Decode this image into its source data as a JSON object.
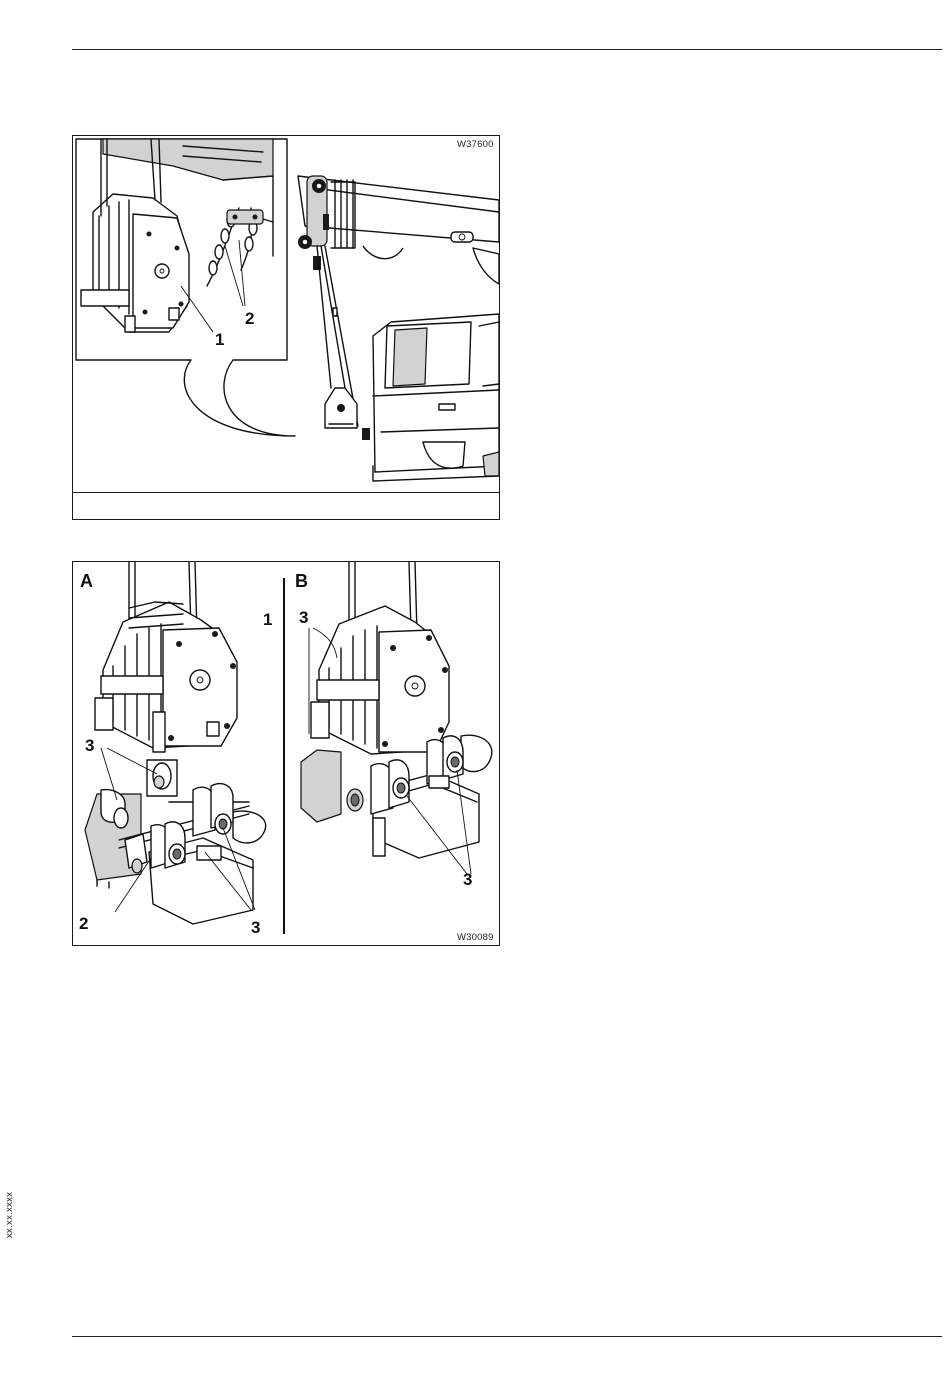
{
  "page": {
    "margin_code": "xx.xx.xxxx"
  },
  "figure1": {
    "code": "W37600",
    "callouts": {
      "c1": "1",
      "c2": "2"
    }
  },
  "figure2": {
    "code": "W30089",
    "panel_a": "A",
    "panel_b": "B",
    "callouts": {
      "a1": "1",
      "a3": "3",
      "a2": "2",
      "a3b": "3",
      "b3": "3",
      "b3b": "3"
    }
  }
}
